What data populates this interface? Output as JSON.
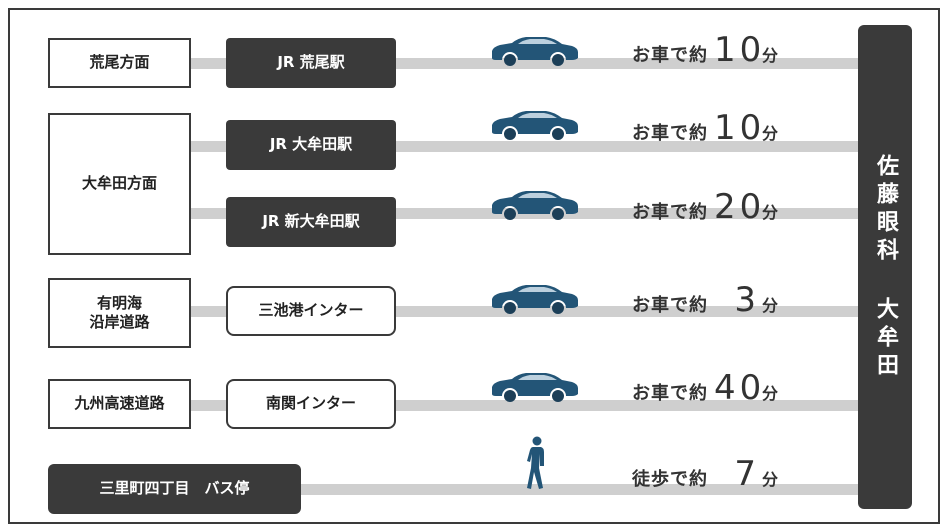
{
  "destination": "佐藤眼科 大牟田",
  "routes": [
    {
      "origin": "荒尾方面",
      "via": "JR 荒尾駅",
      "mode": "car",
      "prefix": "お車で約",
      "num": "10",
      "unit": "分"
    },
    {
      "origin": "大牟田方面",
      "via": "JR 大牟田駅",
      "mode": "car",
      "prefix": "お車で約",
      "num": "10",
      "unit": "分"
    },
    {
      "origin": "大牟田方面",
      "via": "JR 新大牟田駅",
      "mode": "car",
      "prefix": "お車で約",
      "num": "20",
      "unit": "分"
    },
    {
      "origin": "有明海\n沿岸道路",
      "via": "三池港インター",
      "mode": "car",
      "prefix": "お車で約",
      "num": "3",
      "unit": "分"
    },
    {
      "origin": "九州高速道路",
      "via": "南関インター",
      "mode": "car",
      "prefix": "お車で約",
      "num": "40",
      "unit": "分"
    },
    {
      "origin": "三里町四丁目　バス停",
      "via": "",
      "mode": "walk",
      "prefix": "徒歩で約",
      "num": "7",
      "unit": "分"
    }
  ],
  "icons": {
    "car": "car-icon",
    "walk": "walking-person-icon"
  },
  "colors": {
    "dark": "#3a3a3a",
    "line": "#cfcfcf",
    "car": "#235577"
  }
}
